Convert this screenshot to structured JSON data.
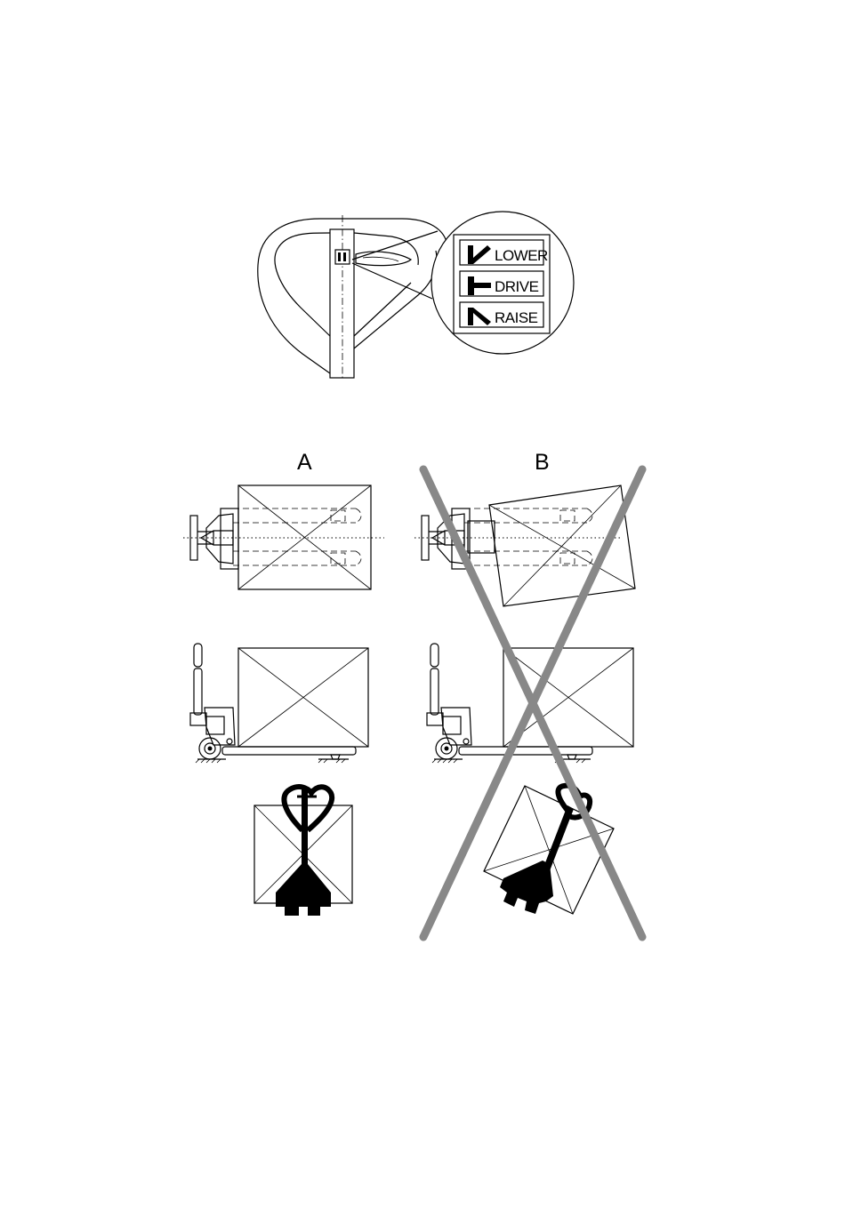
{
  "handle_switch": {
    "items": [
      {
        "label": "LOWER",
        "icon": "lever-lower-icon"
      },
      {
        "label": "DRIVE",
        "icon": "lever-drive-icon"
      },
      {
        "label": "RAISE",
        "icon": "lever-raise-icon"
      }
    ]
  },
  "panels": {
    "correct_label": "A",
    "incorrect_label": "B"
  },
  "colors": {
    "line": "#000000",
    "cross_mark": "#888888",
    "background": "#ffffff"
  }
}
